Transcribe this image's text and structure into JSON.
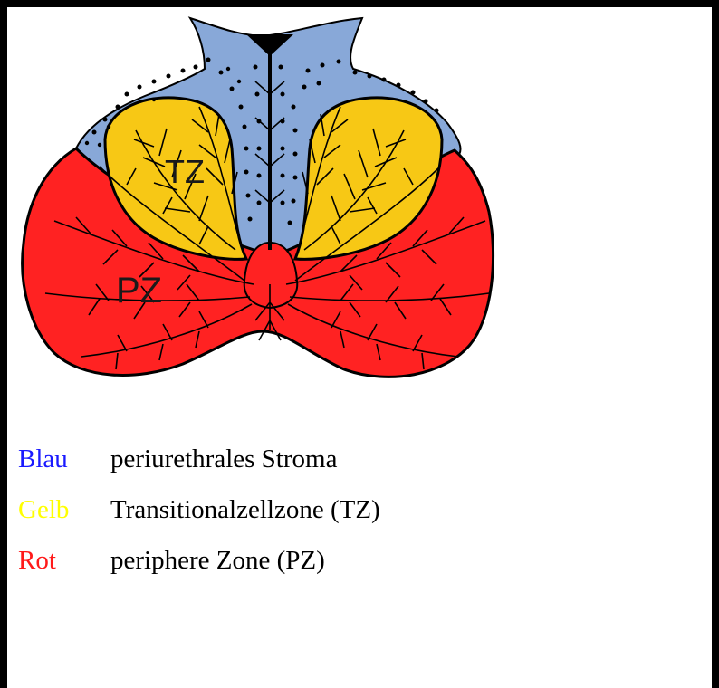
{
  "diagram": {
    "labels": {
      "tz": "TZ",
      "pz": "PZ"
    },
    "colors": {
      "stroma": "#88a8d8",
      "transition": "#f7c815",
      "peripheral": "#ff2222",
      "outline": "#000000"
    }
  },
  "legend": {
    "items": [
      {
        "color_word": "Blau",
        "description": "periurethrales Stroma",
        "color": "#1a1aff"
      },
      {
        "color_word": "Gelb",
        "description": "Transitionalzellzone (TZ)",
        "color": "#ffff00"
      },
      {
        "color_word": "Rot",
        "description": "periphere Zone (PZ)",
        "color": "#ff1a1a"
      }
    ]
  }
}
